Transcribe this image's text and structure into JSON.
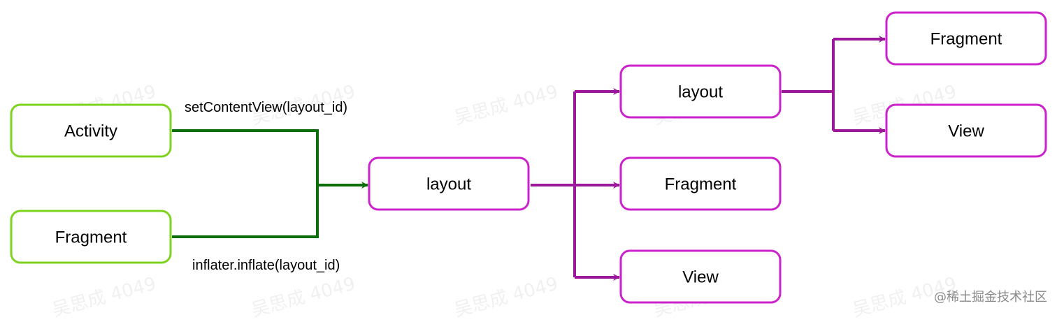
{
  "colors": {
    "source_node": "#7ed321",
    "source_edge": "#0b6e0b",
    "target_node": "#cc22cc",
    "target_edge": "#9c179c",
    "watermark": "#000000",
    "brand": "#8a8a8a"
  },
  "nodes": {
    "activity": "Activity",
    "fragment_src": "Fragment",
    "layout_root": "layout",
    "layout_child": "layout",
    "fragment_child": "Fragment",
    "view_child": "View",
    "fragment_leaf": "Fragment",
    "view_leaf": "View"
  },
  "edges": {
    "set_content_view": "setContentView(layout_id)",
    "inflate": "inflater.inflate(layout_id)"
  },
  "watermark_text": "吴思成 4049",
  "brand": "@稀土掘金技术社区"
}
